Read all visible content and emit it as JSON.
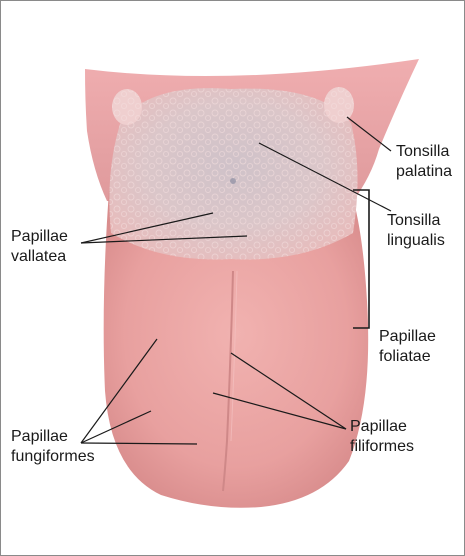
{
  "labels": {
    "tonsilla_palatina": [
      "Tonsilla",
      "palatina"
    ],
    "tonsilla_lingualis": [
      "Tonsilla",
      "lingualis"
    ],
    "papillae_vallatea": [
      "Papillae",
      "vallatea"
    ],
    "papillae_foliatae": [
      "Papillae",
      "foliatae"
    ],
    "papillae_fungiformes": [
      "Papillae",
      "fungiformes"
    ],
    "papillae_filiformes": [
      "Papillae",
      "filiformes"
    ]
  },
  "colors": {
    "tongue_body": "#e9a3a3",
    "tongue_root": "#d9c3c8",
    "tonsil": "#eccaca",
    "leader_line": "#1a1a1a",
    "frame": "#8a8a8a"
  }
}
